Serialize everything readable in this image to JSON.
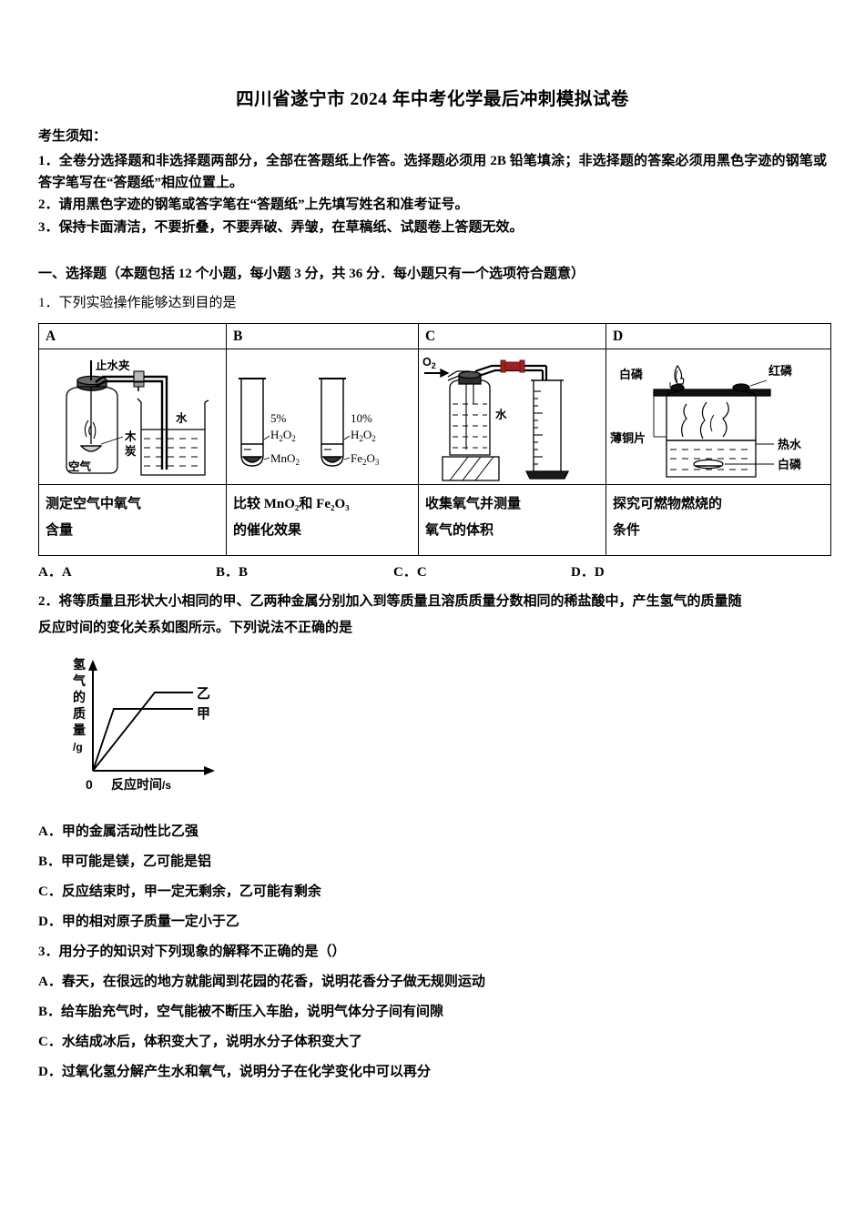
{
  "document": {
    "title": "四川省遂宁市 2024 年中考化学最后冲刺模拟试卷",
    "notice_heading": "考生须知：",
    "notice_items": [
      "1．全卷分选择题和非选择题两部分，全部在答题纸上作答。选择题必须用 2B 铅笔填涂；非选择题的答案必须用黑色字迹的钢笔或答字笔写在“答题纸”相应位置上。",
      "2．请用黑色字迹的钢笔或答字笔在“答题纸”上先填写姓名和准考证号。",
      "3．保持卡面清洁，不要折叠，不要弄破、弄皱，在草稿纸、试题卷上答题无效。"
    ],
    "section_heading": "一、选择题（本题包括 12 个小题，每小题 3 分，共 36 分．每小题只有一个选项符合题意）"
  },
  "question1": {
    "number": "1．",
    "stem": "下列实验操作能够达到目的是",
    "table": {
      "letters": [
        "A",
        "B",
        "C",
        "D"
      ],
      "descriptions": [
        [
          "测定空气中氧气",
          "含量"
        ],
        [
          "比较 MnO₂和 Fe₂O₃",
          "的催化效果"
        ],
        [
          "收集氧气并测量",
          "氧气的体积"
        ],
        [
          "探究可燃物燃烧的",
          "条件"
        ]
      ],
      "figure_labels": {
        "a": [
          "止水夹",
          "木炭",
          "空气",
          "水"
        ],
        "b": [
          "5%",
          "H₂O₂",
          "MnO₂",
          "10%",
          "H₂O₂",
          "Fe₂O₃"
        ],
        "c": [
          "O₂",
          "水"
        ],
        "d": [
          "白磷",
          "红磷",
          "薄铜片",
          "热水",
          "白磷"
        ]
      }
    },
    "options": [
      "A．A",
      "B．B",
      "C．C",
      "D．D"
    ]
  },
  "question2": {
    "number": "2．",
    "stem_line1": "将等质量且形状大小相同的甲、乙两种金属分别加入到等质量且溶质质量分数相同的稀盐酸中，产生氢气的质量随",
    "stem_line2": "反应时间的变化关系如图所示。下列说法不正确的是",
    "options": [
      "A．甲的金属活动性比乙强",
      "B．甲可能是镁，乙可能是铝",
      "C．反应结束时，甲一定无剩余，乙可能有剩余",
      "D．甲的相对原子质量一定小于乙"
    ]
  },
  "question3": {
    "number": "3．",
    "stem": "用分子的知识对下列现象的解释不正确的是（）",
    "options": [
      "A．春天，在很远的地方就能闻到花园的花香，说明花香分子做无规则运动",
      "B．给车胎充气时，空气能被不断压入车胎，说明气体分子间有间隙",
      "C．水结成冰后，体积变大了，说明水分子体积变大了",
      "D．过氧化氢分解产生水和氧气，说明分子在化学变化中可以再分"
    ]
  },
  "chart_data": {
    "type": "line",
    "title": "",
    "xlabel": "反应时间/s",
    "ylabel": "氢气的质量/g",
    "origin_label": "0",
    "grid": false,
    "legend_position": "inline-right",
    "series": [
      {
        "name": "甲",
        "points": [
          [
            0,
            0
          ],
          [
            18,
            58
          ],
          [
            78,
            58
          ]
        ],
        "plateau": 58,
        "rise_end_x": 18,
        "label_x": 82,
        "label_y": 58
      },
      {
        "name": "乙",
        "points": [
          [
            0,
            0
          ],
          [
            52,
            74
          ],
          [
            78,
            74
          ]
        ],
        "plateau": 74,
        "rise_end_x": 52,
        "label_x": 82,
        "label_y": 74
      }
    ],
    "xlim": [
      0,
      100
    ],
    "ylim": [
      0,
      100
    ],
    "notes": "甲 rises steeply and plateaus lower; 乙 rises gradually and plateaus higher"
  },
  "colors": {
    "ink": "#000000",
    "paper": "#ffffff",
    "clamp_red": "#9b2222",
    "table_border": "#000000"
  }
}
